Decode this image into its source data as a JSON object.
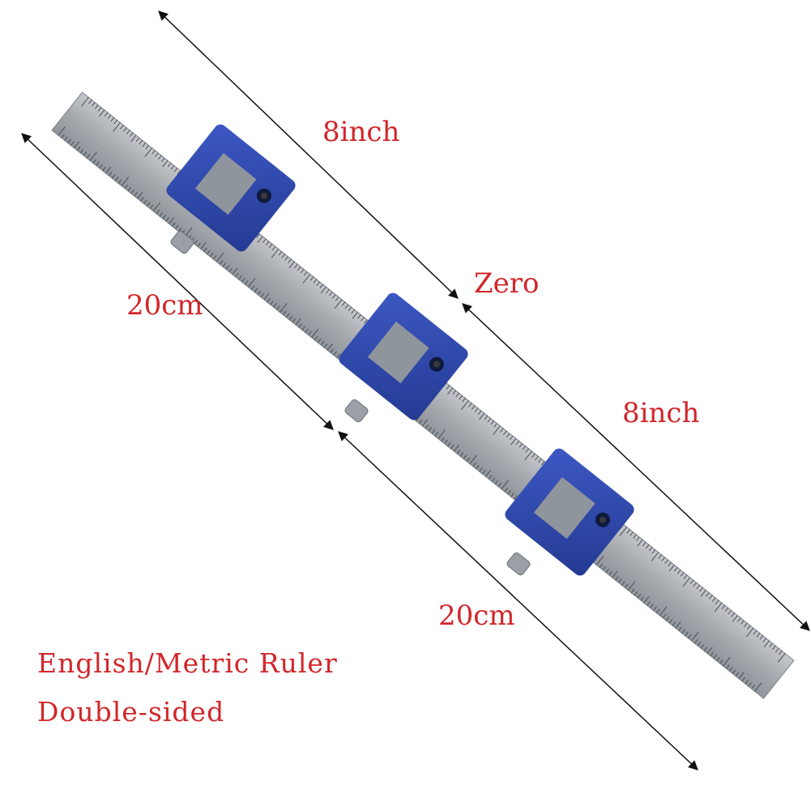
{
  "labels": {
    "top_inch": "8inch",
    "zero": "Zero",
    "bottom_inch": "8inch",
    "upper_cm": "20cm",
    "lower_cm": "20cm"
  },
  "caption": {
    "line1": "English/Metric Ruler",
    "line2": "Double-sided"
  },
  "colors": {
    "label_text": "#d2262a",
    "ruler_steel": "#a9adb2",
    "jig_blue": "#2f47a8",
    "arrow": "#111111"
  },
  "icons": {
    "arrow_heads": "triangle-arrowhead",
    "clamp_screw": "thumb-screw"
  }
}
